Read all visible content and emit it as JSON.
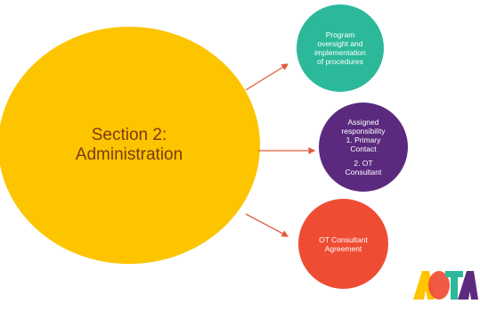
{
  "main": {
    "title_line1": "Section 2:",
    "title_line2": "Administration",
    "color": "#fdc400",
    "text_color": "#7b3a12"
  },
  "nodes": [
    {
      "color": "#2bb99a",
      "lines": [
        "Program",
        "oversight and",
        "implementation",
        "of procedures"
      ]
    },
    {
      "color": "#5b2a7e",
      "lines": [
        "Assigned",
        "responsibility",
        "1. Primary",
        "Contact"
      ],
      "lines2": [
        "2. OT",
        "Consultant"
      ]
    },
    {
      "color": "#ef4c34",
      "lines": [
        "OT Consultant",
        "Agreement"
      ]
    }
  ],
  "arrow_color": "#e25a3c",
  "logo": {
    "text": "AOTA",
    "colors": [
      "#fdc400",
      "#ef4c34",
      "#2bb99a",
      "#5b2a7e"
    ],
    "icon": "aota-logo"
  }
}
